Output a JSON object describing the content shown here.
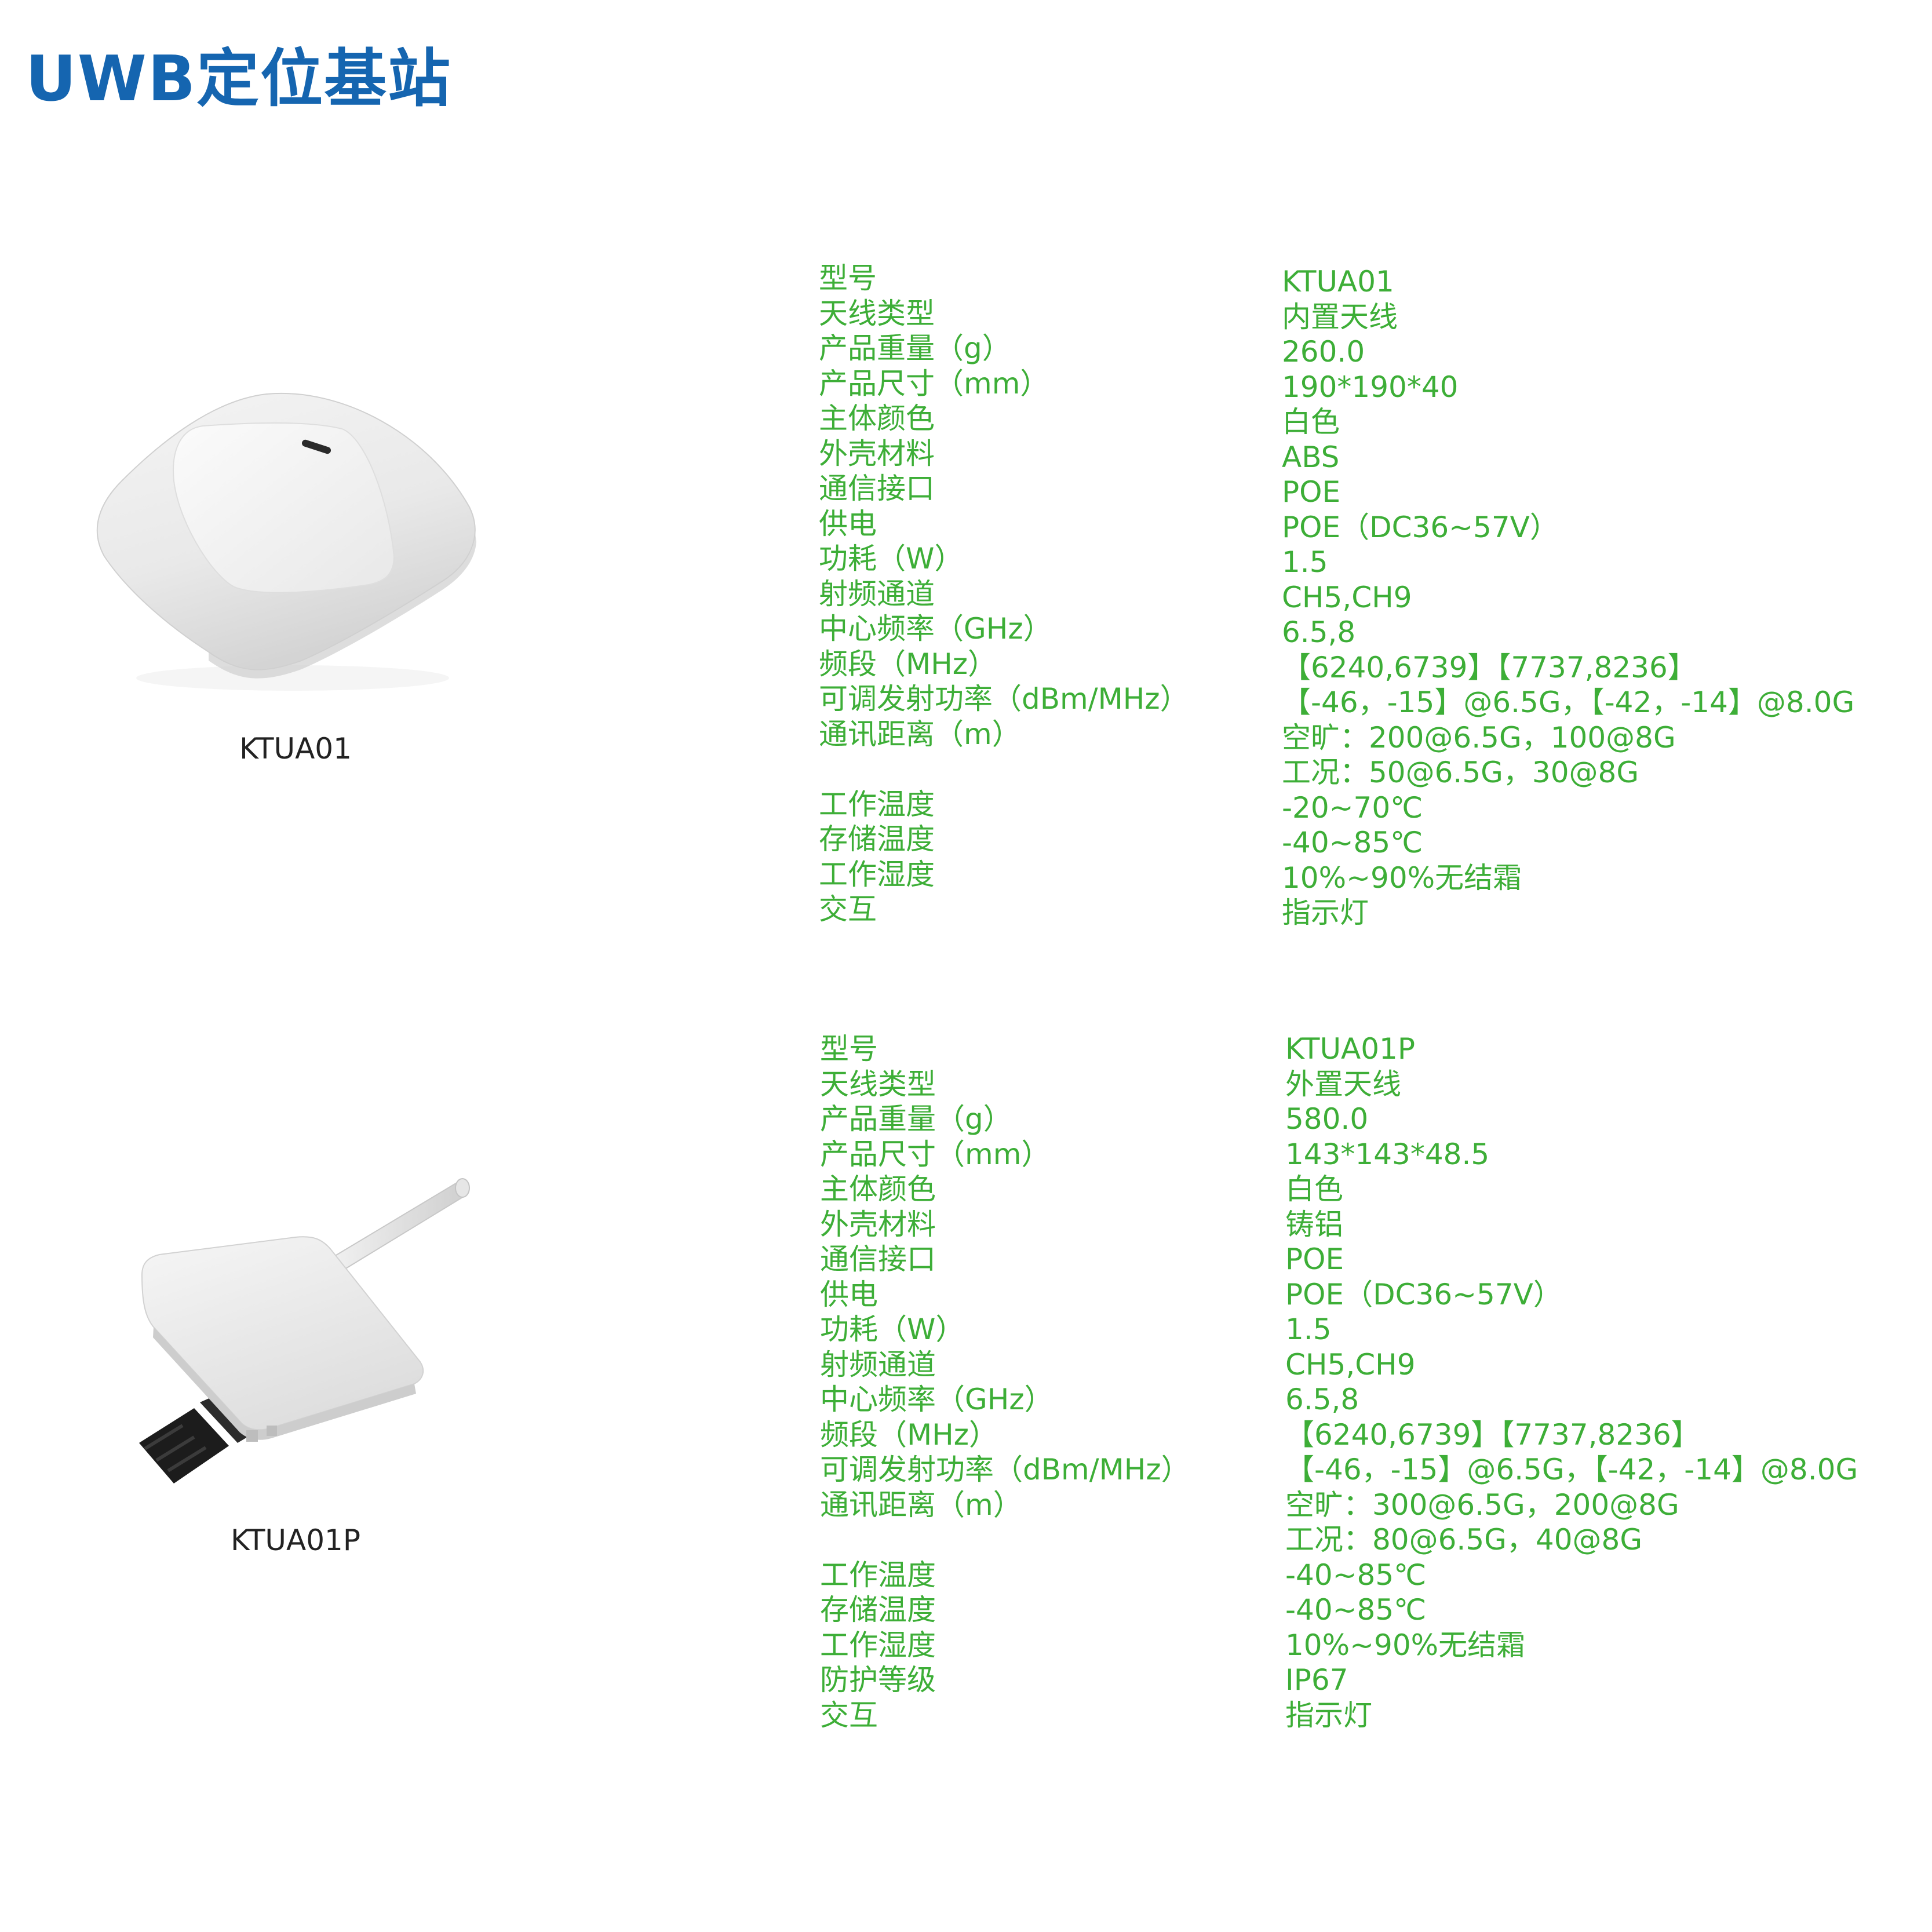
{
  "page": {
    "title": "UWB定位基站"
  },
  "products": [
    {
      "caption": "KTUA01",
      "image": "ceiling-mount-base-station",
      "labels": [
        "型号",
        "天线类型",
        "产品重量（g）",
        "产品尺寸（mm）",
        "主体颜色",
        "外壳材料",
        "通信接口",
        "供电",
        "功耗（W）",
        "射频通道",
        "中心频率（GHz）",
        "频段（MHz）",
        "可调发射功率（dBm/MHz）",
        "通讯距离（m）",
        "",
        "工作温度",
        "存储温度",
        "工作湿度",
        "交互"
      ],
      "values": [
        "KTUA01",
        "内置天线",
        "260.0",
        "190*190*40",
        "白色",
        "ABS",
        "POE",
        "POE（DC36~57V）",
        "1.5",
        "CH5,CH9",
        "6.5,8",
        "【6240,6739】【7737,8236】",
        "【-46，-15】@6.5G，【-42，-14】@8.0G",
        "空旷：200@6.5G，100@8G",
        "工况：50@6.5G，30@8G",
        "-20~70℃",
        "-40~85℃",
        "10%~90%无结霜",
        "指示灯"
      ]
    },
    {
      "caption": "KTUA01P",
      "image": "outdoor-antenna-base-station",
      "labels": [
        "型号",
        "天线类型",
        "产品重量（g）",
        "产品尺寸（mm）",
        "主体颜色",
        "外壳材料",
        "通信接口",
        "供电",
        "功耗（W）",
        "射频通道",
        "中心频率（GHz）",
        "频段（MHz）",
        "可调发射功率（dBm/MHz）",
        "通讯距离（m）",
        "",
        "工作温度",
        "存储温度",
        "工作湿度",
        "防护等级",
        "交互"
      ],
      "values": [
        "KTUA01P",
        "外置天线",
        "580.0",
        "143*143*48.5",
        "白色",
        "铸铝",
        "POE",
        "POE（DC36~57V）",
        "1.5",
        "CH5,CH9",
        "6.5,8",
        "【6240,6739】【7737,8236】",
        "【-46，-15】@6.5G，【-42，-14】@8.0G",
        "空旷：300@6.5G，200@8G",
        "工况：80@6.5G，40@8G",
        "-40~85℃",
        "-40~85℃",
        "10%~90%无结霜",
        "IP67",
        "指示灯"
      ]
    }
  ]
}
